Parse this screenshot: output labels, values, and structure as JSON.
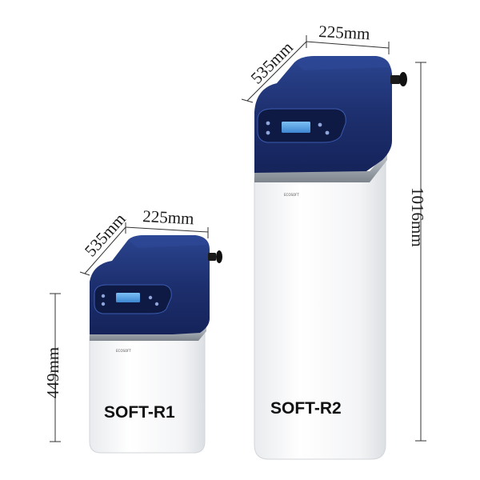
{
  "products": [
    {
      "model": "SOFT-R1",
      "width_label": "225mm",
      "depth_label": "535mm",
      "height_label": "449mm"
    },
    {
      "model": "SOFT-R2",
      "width_label": "225mm",
      "depth_label": "535mm",
      "height_label": "1016mm"
    }
  ],
  "colors": {
    "lid_navy": "#1d2f6e",
    "lid_highlight": "#2f4a9a",
    "body_white": "#f4f5f7",
    "trim_silver": "#9aa0a8",
    "lcd_blue": "#5fa8e8",
    "dimension_line": "#333333"
  }
}
